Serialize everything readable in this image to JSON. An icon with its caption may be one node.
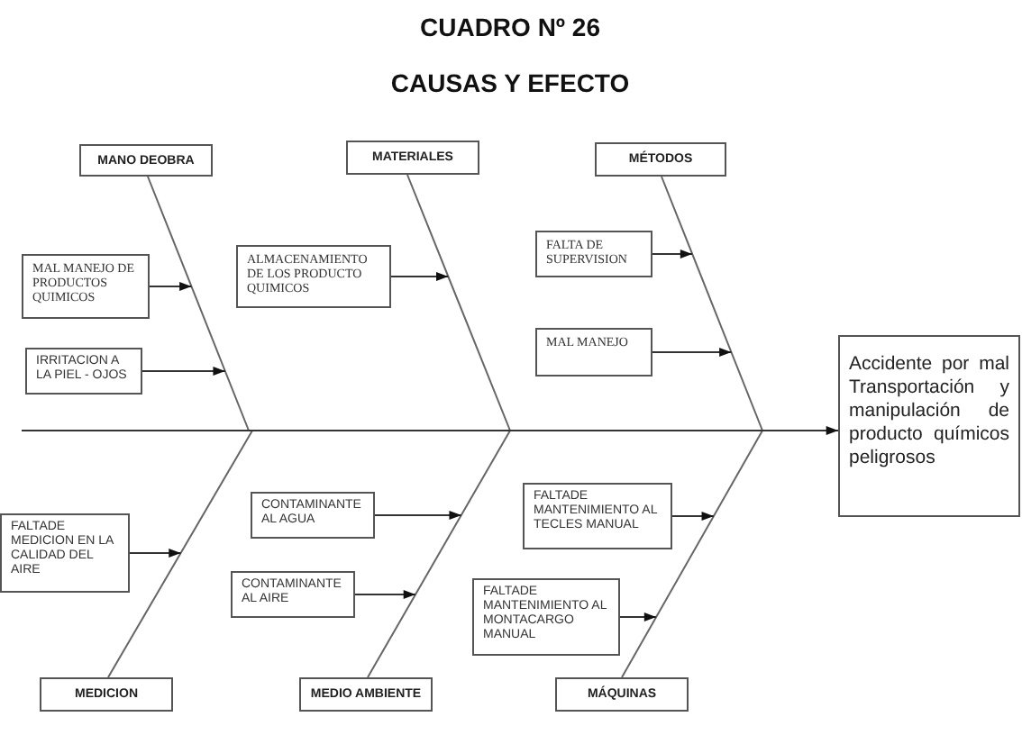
{
  "diagram": {
    "title": "CUADRO Nº 26",
    "nodes": [
      {
        "text": [
          "MANO DEOBRA"
        ]
      },
      {
        "text": [
          "MATERIALES"
        ]
      },
      {
        "text": [
          "MÉTODOS"
        ]
      },
      {
        "text": [
          "MAL MANEJO DE PRODUCTOS QUIMICOS"
        ]
      },
      {
        "text": [
          "ALMACENAMIENTO DE LOS PRODUCTO QUIMICOS"
        ]
      },
      {
        "text": [
          "FALTA DE SUPERVISION"
        ]
      },
      {
        "text": [
          "IRRITACION A LA PIEL - OJOS"
        ]
      },
      {
        "text": [
          "MAL MANEJO"
        ]
      },
      {
        "text": [
          "Accidente por mal Transportación y manipulación de producto químicos peligrosos"
        ]
      },
      {
        "text": [
          "FALTADE MEDICION EN LA CALIDAD DEL AIRE"
        ]
      },
      {
        "text": [
          "CONTAMINANTE AL AGUA"
        ]
      },
      {
        "text": [
          "FALTADE MANTENIMIENTO AL TECLES MANUAL"
        ]
      },
      {
        "text": [
          "CONTAMINANTE AL AIRE"
        ]
      },
      {
        "text": [
          "FALTADE MANTENIMIENTO AL MONTACARGO MANUAL"
        ]
      },
      {
        "text": [
          "MEDICION"
        ]
      },
      {
        "text": [
          "MEDIO AMBIENTE"
        ]
      },
      {
        "text": [
          "MÁQUINAS"
        ]
      }
    ],
    "edges": [
      {
        "from": 0,
        "to": null,
        "arrow": "none"
      },
      {
        "from": 1,
        "to": null,
        "arrow": "none"
      },
      {
        "from": 2,
        "to": null,
        "arrow": "none"
      },
      {
        "from": 14,
        "to": null,
        "arrow": "none"
      },
      {
        "from": 15,
        "to": null,
        "arrow": "none"
      },
      {
        "from": 16,
        "to": null,
        "arrow": "none"
      },
      {
        "from": null,
        "to": 8,
        "arrow": "to"
      },
      {
        "from": 3,
        "to": null,
        "arrow": "to"
      },
      {
        "from": 6,
        "to": null,
        "arrow": "to"
      },
      {
        "from": 4,
        "to": null,
        "arrow": "to"
      },
      {
        "from": 5,
        "to": null,
        "arrow": "to"
      },
      {
        "from": 7,
        "to": null,
        "arrow": "to"
      },
      {
        "from": 9,
        "to": null,
        "arrow": "to"
      },
      {
        "from": 10,
        "to": null,
        "arrow": "to"
      },
      {
        "from": 12,
        "to": null,
        "arrow": "to"
      },
      {
        "from": 11,
        "to": null,
        "arrow": "to"
      },
      {
        "from": 13,
        "to": null,
        "arrow": "to"
      }
    ],
    "labels": [
      "CAUSAS Y EFECTO"
    ]
  }
}
